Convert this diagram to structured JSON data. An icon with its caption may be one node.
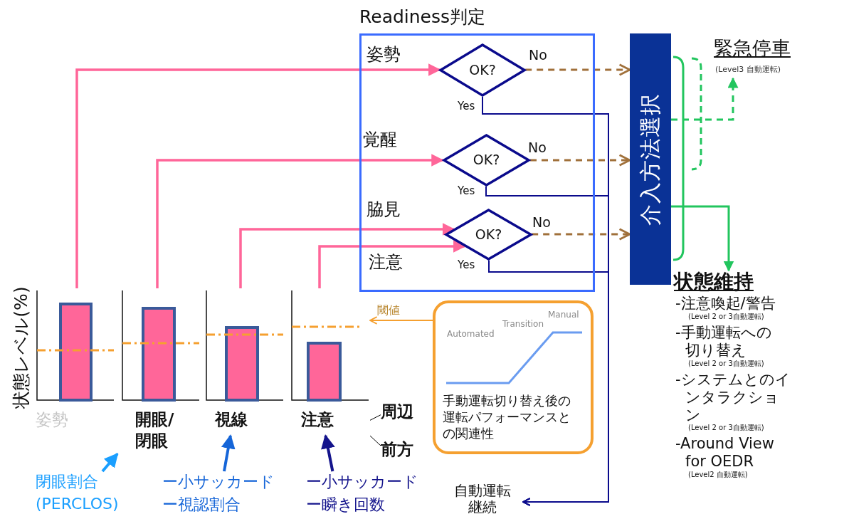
{
  "diagram": {
    "nodes": [
      {
        "text": [
          "Readiness判定"
        ]
      },
      {
        "text": [
          "OK?"
        ],
        "in": 0
      },
      {
        "text": [
          "OK?"
        ],
        "in": 0
      },
      {
        "text": [
          "OK?"
        ],
        "in": 0
      },
      {
        "text": [
          "介入方法選択"
        ]
      },
      {
        "text": [
          "緊急停車",
          "(Level3 自動運転)"
        ]
      },
      {
        "text": [
          "状態維持",
          "-注意喚起/警告",
          "(Level 2 or 3自動運転)",
          "-手動運転への切り替え",
          "(Level 2 or 3自動運転)",
          "-システムとのインタラクション",
          "(Level 2 or 3自動運転)",
          "-Around View for OEDR",
          "(Level2 自動運転)"
        ]
      },
      {
        "text": [
          "自動運転継続"
        ]
      },
      {
        "text": [
          "姿勢"
        ]
      },
      {
        "text": [
          "開眼/閉眼"
        ]
      },
      {
        "text": [
          "視線"
        ]
      },
      {
        "text": [
          "注意"
        ]
      },
      {
        "text": [
          "閉眼割合(PERCLOS)"
        ]
      },
      {
        "text": [
          "ー小サッカード",
          "ー視認割合"
        ]
      },
      {
        "text": [
          "ー小サッカード",
          "ー瞬き回数"
        ]
      },
      {
        "text": [
          "周辺"
        ]
      },
      {
        "text": [
          "前方"
        ]
      },
      {
        "text": [
          "Automated",
          "Transition",
          "Manual",
          "手動運転切り替え後の運転パフォーマンスとの関連性"
        ]
      }
    ],
    "edges": [
      {
        "from": 8,
        "to": 1,
        "arrow": "to"
      },
      {
        "from": 9,
        "to": 2,
        "arrow": "to"
      },
      {
        "from": 10,
        "to": 3,
        "arrow": "to"
      },
      {
        "from": 11,
        "to": 3,
        "arrow": "to"
      },
      {
        "from": 1,
        "to": 4,
        "arrow": "to",
        "label": "No",
        "style": "dashed",
        "color": "#a0703a"
      },
      {
        "from": 2,
        "to": 4,
        "arrow": "to",
        "label": "No",
        "style": "dashed",
        "color": "#a0703a"
      },
      {
        "from": 3,
        "to": 4,
        "arrow": "to",
        "label": "No",
        "style": "dashed",
        "color": "#a0703a"
      },
      {
        "from": 1,
        "to": 7,
        "arrow": "to",
        "label": "Yes",
        "color": "#0a0a8c"
      },
      {
        "from": 2,
        "to": 7,
        "arrow": "to",
        "label": "Yes",
        "color": "#0a0a8c"
      },
      {
        "from": 3,
        "to": 7,
        "arrow": "to",
        "label": "Yes",
        "color": "#0a0a8c"
      },
      {
        "from": 4,
        "to": 5,
        "arrow": "to",
        "style": "dashed",
        "color": "#22c55e"
      },
      {
        "from": 4,
        "to": 6,
        "arrow": "to",
        "color": "#22c55e"
      },
      {
        "from": 12,
        "to": 9,
        "arrow": "to",
        "color": "#1a9fff"
      },
      {
        "from": 13,
        "to": 10,
        "arrow": "to",
        "color": "#1565d8"
      },
      {
        "from": 14,
        "to": 11,
        "arrow": "to",
        "color": "#14148c"
      },
      {
        "from": 11,
        "to": 15,
        "arrow": "none",
        "color": "#000000"
      },
      {
        "from": 11,
        "to": 16,
        "arrow": "none",
        "color": "#000000"
      },
      {
        "from": 17,
        "to": 11,
        "arrow": "to",
        "label": "閾値",
        "color": "#f5a030"
      }
    ],
    "labels": [
      "姿勢",
      "覚醒",
      "脇見",
      "注意",
      "状態レベル(%)"
    ]
  }
}
